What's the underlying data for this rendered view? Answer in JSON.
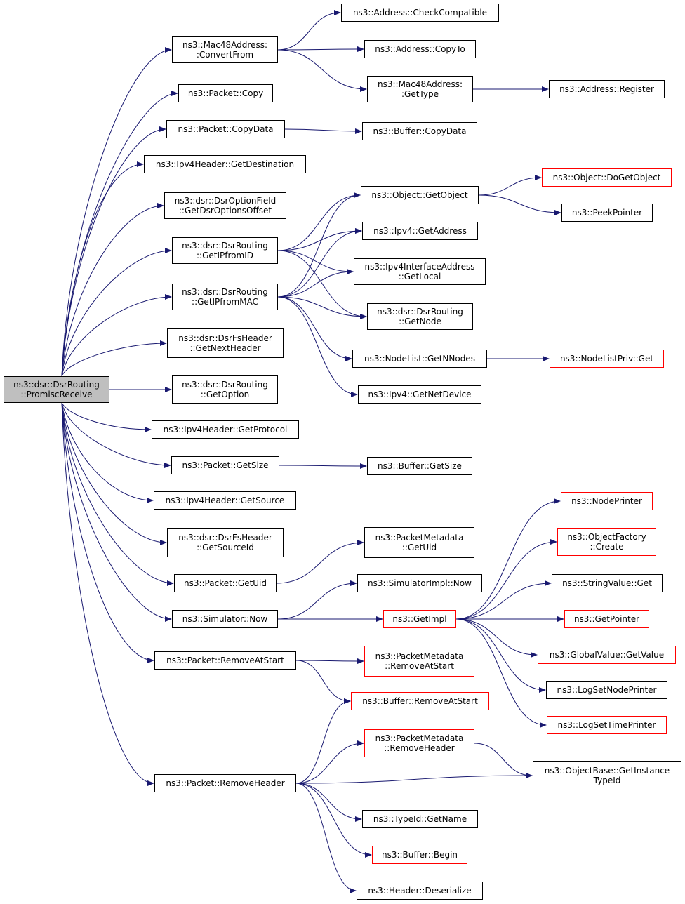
{
  "colors": {
    "edge": "#191970",
    "border": "#000000",
    "border_external": "#ff0000",
    "root_fill": "#bfbfbf"
  },
  "nodes": [
    {
      "id": "root",
      "lines": [
        "ns3::dsr::DsrRouting",
        "::PromiscReceive"
      ],
      "style": "root"
    },
    {
      "id": "mac_convert",
      "lines": [
        "ns3::Mac48Address:",
        ":ConvertFrom"
      ],
      "style": "normal"
    },
    {
      "id": "addr_check",
      "lines": [
        "ns3::Address::CheckCompatible"
      ],
      "style": "normal"
    },
    {
      "id": "addr_copyto",
      "lines": [
        "ns3::Address::CopyTo"
      ],
      "style": "normal"
    },
    {
      "id": "mac_gettype",
      "lines": [
        "ns3::Mac48Address:",
        ":GetType"
      ],
      "style": "normal"
    },
    {
      "id": "addr_register",
      "lines": [
        "ns3::Address::Register"
      ],
      "style": "normal"
    },
    {
      "id": "pkt_copy",
      "lines": [
        "ns3::Packet::Copy"
      ],
      "style": "normal"
    },
    {
      "id": "pkt_copydata",
      "lines": [
        "ns3::Packet::CopyData"
      ],
      "style": "normal"
    },
    {
      "id": "buf_copydata",
      "lines": [
        "ns3::Buffer::CopyData"
      ],
      "style": "normal"
    },
    {
      "id": "ipv4h_dest",
      "lines": [
        "ns3::Ipv4Header::GetDestination"
      ],
      "style": "normal"
    },
    {
      "id": "optfield",
      "lines": [
        "ns3::dsr::DsrOptionField",
        "::GetDsrOptionsOffset"
      ],
      "style": "normal"
    },
    {
      "id": "obj_getobject",
      "lines": [
        "ns3::Object::GetObject"
      ],
      "style": "normal"
    },
    {
      "id": "obj_dogetobject",
      "lines": [
        "ns3::Object::DoGetObject"
      ],
      "style": "red"
    },
    {
      "id": "peekpointer",
      "lines": [
        "ns3::PeekPointer"
      ],
      "style": "normal"
    },
    {
      "id": "getipfromid",
      "lines": [
        "ns3::dsr::DsrRouting",
        "::GetIPfromID"
      ],
      "style": "normal"
    },
    {
      "id": "ipv4_getaddress",
      "lines": [
        "ns3::Ipv4::GetAddress"
      ],
      "style": "normal"
    },
    {
      "id": "ipv4if_getlocal",
      "lines": [
        "ns3::Ipv4InterfaceAddress",
        "::GetLocal"
      ],
      "style": "normal"
    },
    {
      "id": "getipfrommac",
      "lines": [
        "ns3::dsr::DsrRouting",
        "::GetIPfromMAC"
      ],
      "style": "normal"
    },
    {
      "id": "dsr_getnode",
      "lines": [
        "ns3::dsr::DsrRouting",
        "::GetNode"
      ],
      "style": "normal"
    },
    {
      "id": "fs_nextheader",
      "lines": [
        "ns3::dsr::DsrFsHeader",
        "::GetNextHeader"
      ],
      "style": "normal"
    },
    {
      "id": "nodelist_getn",
      "lines": [
        "ns3::NodeList::GetNNodes"
      ],
      "style": "normal"
    },
    {
      "id": "nodelistpriv_get",
      "lines": [
        "ns3::NodeListPriv::Get"
      ],
      "style": "red"
    },
    {
      "id": "ipv4_getnetdevice",
      "lines": [
        "ns3::Ipv4::GetNetDevice"
      ],
      "style": "normal"
    },
    {
      "id": "dsr_getoption",
      "lines": [
        "ns3::dsr::DsrRouting",
        "::GetOption"
      ],
      "style": "normal"
    },
    {
      "id": "ipv4h_protocol",
      "lines": [
        "ns3::Ipv4Header::GetProtocol"
      ],
      "style": "normal"
    },
    {
      "id": "pkt_getsize",
      "lines": [
        "ns3::Packet::GetSize"
      ],
      "style": "normal"
    },
    {
      "id": "buf_getsize",
      "lines": [
        "ns3::Buffer::GetSize"
      ],
      "style": "normal"
    },
    {
      "id": "ipv4h_source",
      "lines": [
        "ns3::Ipv4Header::GetSource"
      ],
      "style": "normal"
    },
    {
      "id": "nodeprinter",
      "lines": [
        "ns3::NodePrinter"
      ],
      "style": "red"
    },
    {
      "id": "objfactory_create",
      "lines": [
        "ns3::ObjectFactory",
        "::Create"
      ],
      "style": "red"
    },
    {
      "id": "fs_sourceid",
      "lines": [
        "ns3::dsr::DsrFsHeader",
        "::GetSourceId"
      ],
      "style": "normal"
    },
    {
      "id": "pktmeta_getuid",
      "lines": [
        "ns3::PacketMetadata",
        "::GetUid"
      ],
      "style": "normal"
    },
    {
      "id": "pkt_getuid",
      "lines": [
        "ns3::Packet::GetUid"
      ],
      "style": "normal"
    },
    {
      "id": "simimpl_now",
      "lines": [
        "ns3::SimulatorImpl::Now"
      ],
      "style": "normal"
    },
    {
      "id": "stringvalue_get",
      "lines": [
        "ns3::StringValue::Get"
      ],
      "style": "normal"
    },
    {
      "id": "sim_now",
      "lines": [
        "ns3::Simulator::Now"
      ],
      "style": "normal"
    },
    {
      "id": "getimpl",
      "lines": [
        "ns3::GetImpl"
      ],
      "style": "red"
    },
    {
      "id": "getpointer",
      "lines": [
        "ns3::GetPointer"
      ],
      "style": "red"
    },
    {
      "id": "globalvalue_getvalue",
      "lines": [
        "ns3::GlobalValue::GetValue"
      ],
      "style": "red"
    },
    {
      "id": "pkt_removeatstart",
      "lines": [
        "ns3::Packet::RemoveAtStart"
      ],
      "style": "normal"
    },
    {
      "id": "pktmeta_removeatstart",
      "lines": [
        "ns3::PacketMetadata",
        "::RemoveAtStart"
      ],
      "style": "red"
    },
    {
      "id": "logsetnodeprinter",
      "lines": [
        "ns3::LogSetNodePrinter"
      ],
      "style": "normal"
    },
    {
      "id": "buf_removeatstart",
      "lines": [
        "ns3::Buffer::RemoveAtStart"
      ],
      "style": "red"
    },
    {
      "id": "logsettimeprinter",
      "lines": [
        "ns3::LogSetTimePrinter"
      ],
      "style": "red"
    },
    {
      "id": "pktmeta_removeheader",
      "lines": [
        "ns3::PacketMetadata",
        "::RemoveHeader"
      ],
      "style": "red"
    },
    {
      "id": "objbase_getinstancetypeid",
      "lines": [
        "ns3::ObjectBase::GetInstance",
        "TypeId"
      ],
      "style": "normal"
    },
    {
      "id": "pkt_removeheader",
      "lines": [
        "ns3::Packet::RemoveHeader"
      ],
      "style": "normal"
    },
    {
      "id": "typeid_getname",
      "lines": [
        "ns3::TypeId::GetName"
      ],
      "style": "normal"
    },
    {
      "id": "buf_begin",
      "lines": [
        "ns3::Buffer::Begin"
      ],
      "style": "red"
    },
    {
      "id": "header_deserialize",
      "lines": [
        "ns3::Header::Deserialize"
      ],
      "style": "normal"
    }
  ],
  "edges": [
    [
      "root",
      "mac_convert"
    ],
    [
      "root",
      "pkt_copy"
    ],
    [
      "root",
      "pkt_copydata"
    ],
    [
      "root",
      "ipv4h_dest"
    ],
    [
      "root",
      "optfield"
    ],
    [
      "root",
      "getipfromid"
    ],
    [
      "root",
      "getipfrommac"
    ],
    [
      "root",
      "fs_nextheader"
    ],
    [
      "root",
      "dsr_getoption"
    ],
    [
      "root",
      "ipv4h_protocol"
    ],
    [
      "root",
      "pkt_getsize"
    ],
    [
      "root",
      "ipv4h_source"
    ],
    [
      "root",
      "fs_sourceid"
    ],
    [
      "root",
      "pkt_getuid"
    ],
    [
      "root",
      "sim_now"
    ],
    [
      "root",
      "pkt_removeatstart"
    ],
    [
      "root",
      "pkt_removeheader"
    ],
    [
      "mac_convert",
      "addr_check"
    ],
    [
      "mac_convert",
      "addr_copyto"
    ],
    [
      "mac_convert",
      "mac_gettype"
    ],
    [
      "mac_gettype",
      "addr_register"
    ],
    [
      "pkt_copydata",
      "buf_copydata"
    ],
    [
      "getipfromid",
      "obj_getobject"
    ],
    [
      "getipfromid",
      "ipv4_getaddress"
    ],
    [
      "getipfromid",
      "ipv4if_getlocal"
    ],
    [
      "getipfromid",
      "dsr_getnode"
    ],
    [
      "getipfrommac",
      "obj_getobject"
    ],
    [
      "getipfrommac",
      "ipv4_getaddress"
    ],
    [
      "getipfrommac",
      "ipv4if_getlocal"
    ],
    [
      "getipfrommac",
      "dsr_getnode"
    ],
    [
      "getipfrommac",
      "nodelist_getn"
    ],
    [
      "getipfrommac",
      "ipv4_getnetdevice"
    ],
    [
      "obj_getobject",
      "obj_dogetobject"
    ],
    [
      "obj_getobject",
      "peekpointer"
    ],
    [
      "nodelist_getn",
      "nodelistpriv_get"
    ],
    [
      "pkt_getsize",
      "buf_getsize"
    ],
    [
      "pkt_getuid",
      "pktmeta_getuid"
    ],
    [
      "sim_now",
      "simimpl_now"
    ],
    [
      "sim_now",
      "getimpl"
    ],
    [
      "getimpl",
      "nodeprinter"
    ],
    [
      "getimpl",
      "objfactory_create"
    ],
    [
      "getimpl",
      "stringvalue_get"
    ],
    [
      "getimpl",
      "getpointer"
    ],
    [
      "getimpl",
      "globalvalue_getvalue"
    ],
    [
      "getimpl",
      "logsetnodeprinter"
    ],
    [
      "getimpl",
      "logsettimeprinter"
    ],
    [
      "pkt_removeatstart",
      "pktmeta_removeatstart"
    ],
    [
      "pkt_removeatstart",
      "buf_removeatstart"
    ],
    [
      "pkt_removeheader",
      "buf_removeatstart"
    ],
    [
      "pkt_removeheader",
      "pktmeta_removeheader"
    ],
    [
      "pkt_removeheader",
      "objbase_getinstancetypeid"
    ],
    [
      "pkt_removeheader",
      "typeid_getname"
    ],
    [
      "pkt_removeheader",
      "buf_begin"
    ],
    [
      "pkt_removeheader",
      "header_deserialize"
    ],
    [
      "pktmeta_removeheader",
      "objbase_getinstancetypeid"
    ]
  ]
}
